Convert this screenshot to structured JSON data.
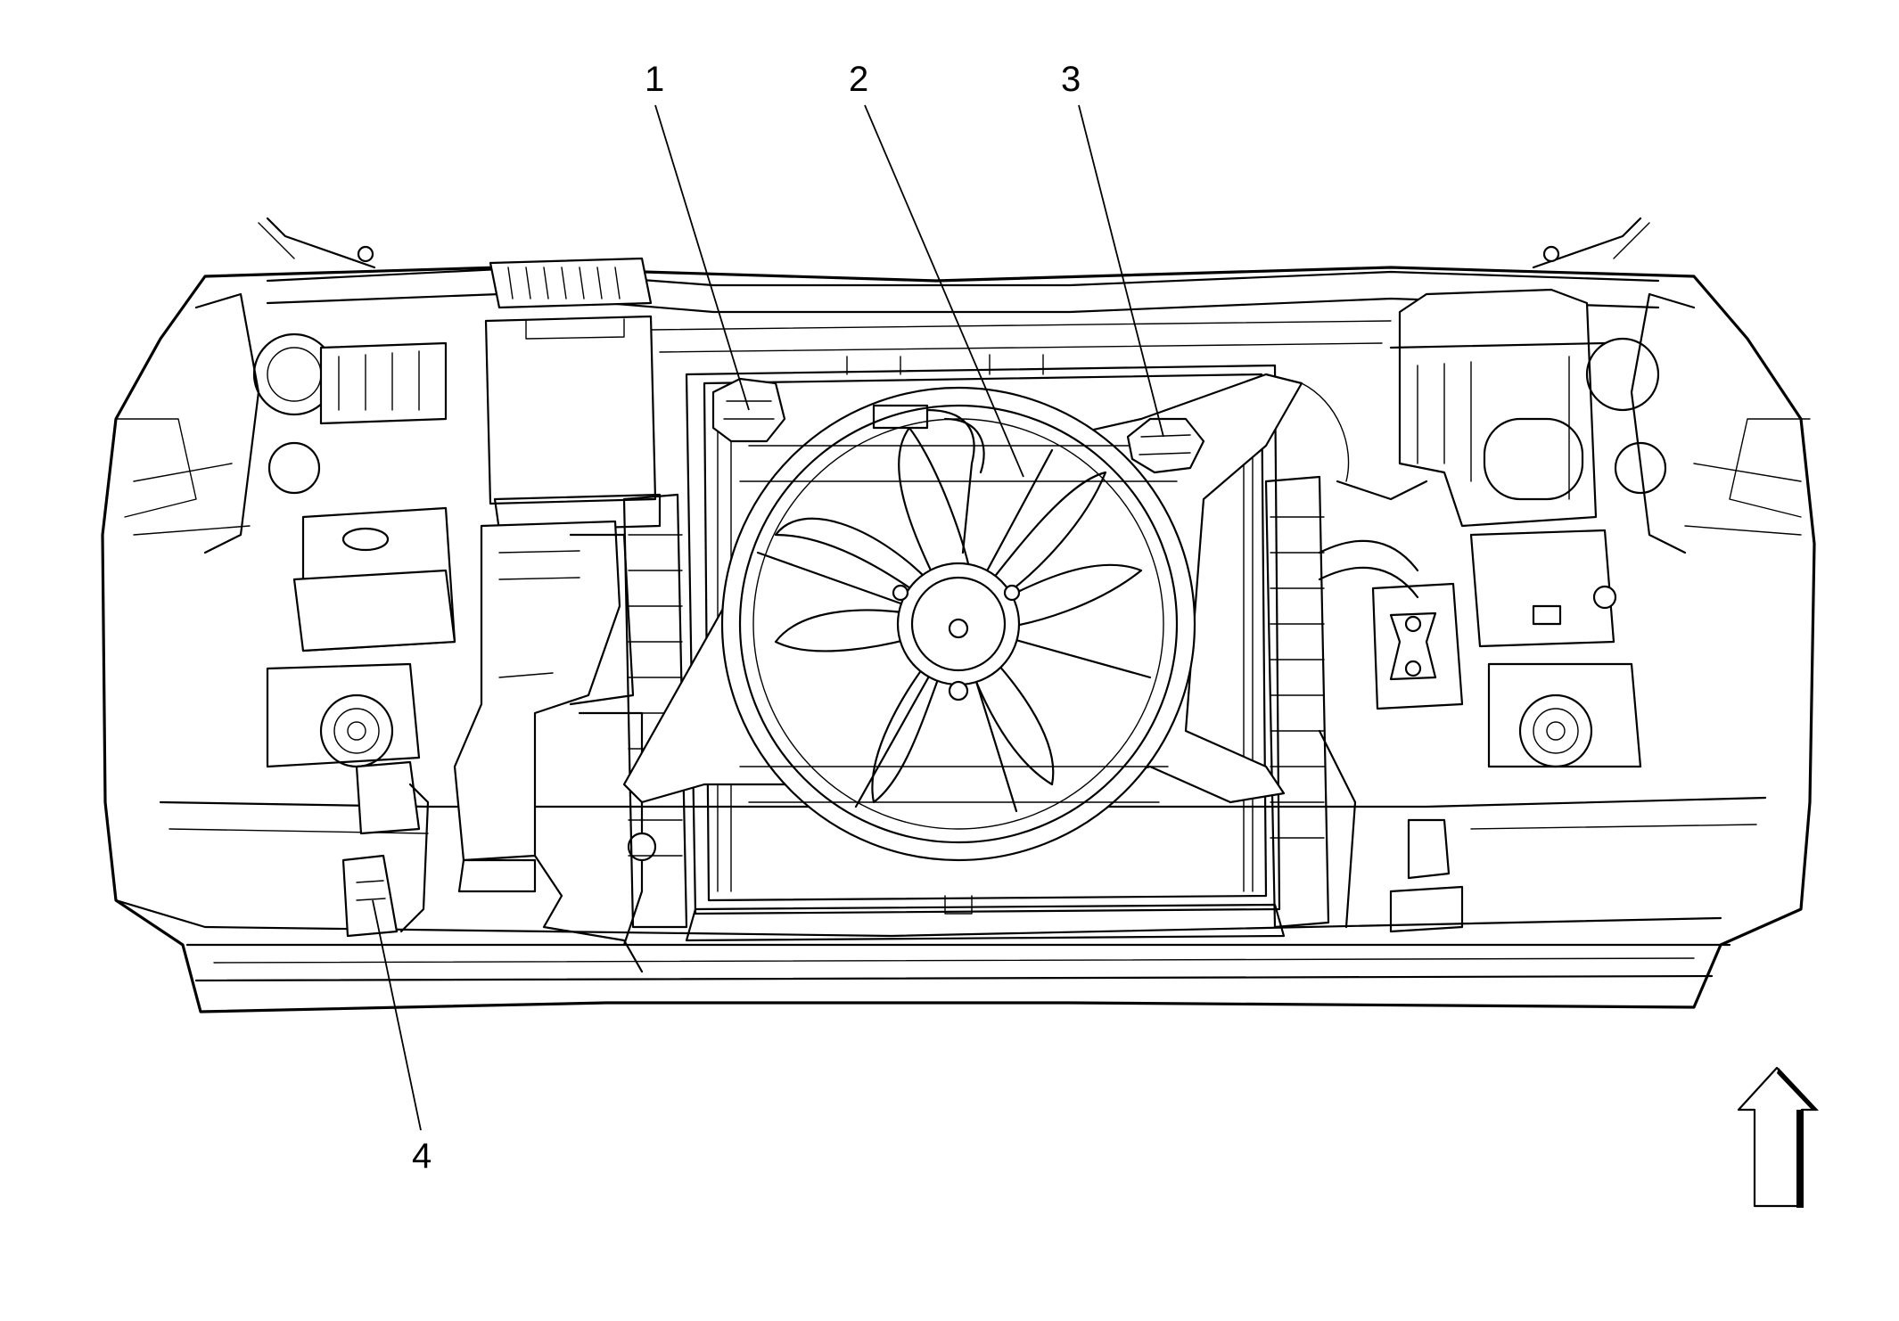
{
  "callouts": [
    {
      "id": "1",
      "label": "1"
    },
    {
      "id": "2",
      "label": "2"
    },
    {
      "id": "3",
      "label": "3"
    },
    {
      "id": "4",
      "label": "4"
    }
  ],
  "orientation_arrow": {
    "direction": "up",
    "icon": "arrow-up-icon"
  },
  "colors": {
    "line": "#000000",
    "background": "#ffffff"
  }
}
